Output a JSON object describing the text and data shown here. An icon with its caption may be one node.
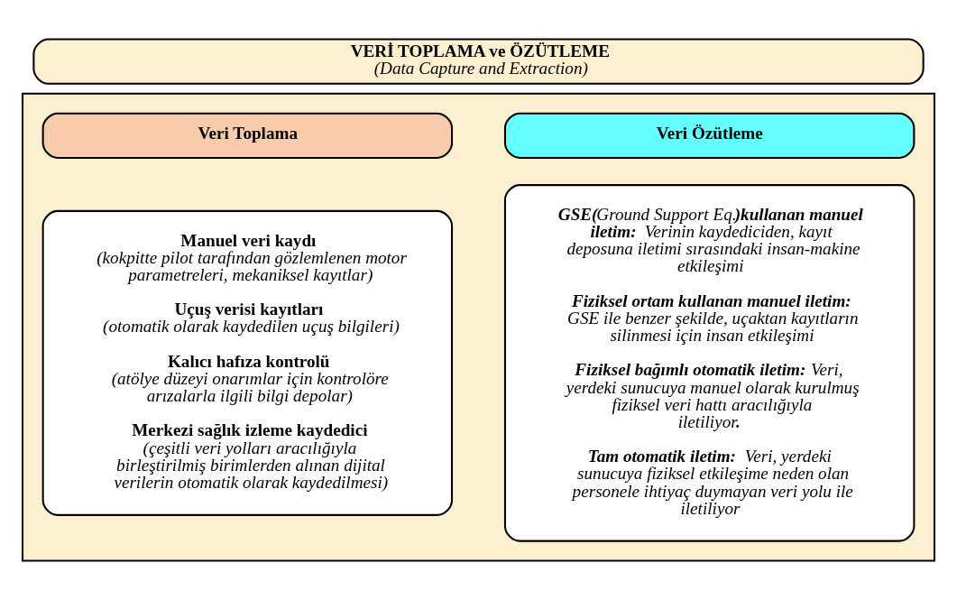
{
  "diagram": {
    "nodes": [
      {
        "text": [
          "VERİ TOPLAMA ve ÖZÜTLEME",
          "(Data Capture and Extraction)"
        ]
      },
      {
        "text": [],
        "shape": "box"
      },
      {
        "text": [
          "Veri Toplama"
        ],
        "in": 1
      },
      {
        "text": [
          "Manuel veri kaydı",
          "(kokpitte pilot tarafından gözlemlenen motor parametreleri, mekaniksel kayıtlar)",
          "Uçuş verisi kayıtları",
          "(otomatik olarak kaydedilen uçuş bilgileri)",
          "Kalıcı hafıza kontrolü",
          "(atölye düzeyi onarımlar için kontrolöre arızalarla ilgili bilgi depolar)",
          "Merkezi sağlık izleme kaydedici",
          "(çeşitli veri yolları aracılığıyla birleştirilmiş birimlerden alınan dijital verilerin otomatik olarak kaydedilmesi)"
        ],
        "in": 1
      },
      {
        "text": [
          "Veri Özütleme"
        ],
        "in": 1
      },
      {
        "text": [
          "**GSE(**Ground Support Eq.**)kullanan manuel iletim:** Verinin kaydediciden, kayıt deposuna iletimi sırasındaki insan-makine etkileşimi",
          "**Fiziksel ortam kullanan manuel iletim:** GSE ile benzer şekilde, uçaktan kayıtların silinmesi için insan etkileşimi",
          "**Fiziksel bağımlı otomatik iletim:** Veri, yerdeki sunucuya manuel olarak kurulmuş fiziksel veri hattı aracılığıyla iletiliyor**.**",
          "**Tam otomatik iletim:** Veri, yerdeki sunucuya fiziksel etkileşime neden olan personele ihtiyaç duymayan veri yolu ile iletiliyor"
        ],
        "in": 1
      }
    ],
    "edges": []
  }
}
